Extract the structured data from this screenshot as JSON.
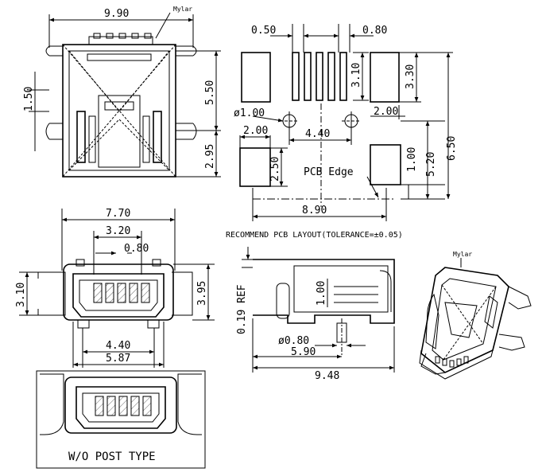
{
  "top_view": {
    "width": "9.90",
    "mylar": "Mylar",
    "left_dim": "1.50",
    "right_upper": "5.50",
    "right_lower": "2.95"
  },
  "pcb_layout": {
    "pitch_a": "0.50",
    "pitch_b": "0.80",
    "pad_h": "3.10",
    "big_pad_h": "3.30",
    "hole": "ø1.00",
    "right_w": "2.00",
    "left_w": "2.00",
    "hole_span": "4.40",
    "left_h": "2.50",
    "right_h1": "1.00",
    "right_h2": "5.20",
    "right_h3": "6.50",
    "pcb_edge": "PCB Edge",
    "overall": "8.90",
    "caption": "RECOMMEND PCB LAYOUT(TOLERANCE=±0.05)"
  },
  "front_view": {
    "overall_w": "7.70",
    "inner_w": "3.20",
    "pitch": "0.80",
    "left_h": "3.10",
    "right_h": "3.95",
    "bottom_a": "4.40",
    "bottom_b": "5.87"
  },
  "side_view": {
    "ref": "0.19 REF",
    "pin_h": "1.00",
    "post_d": "ø0.80",
    "post_span": "5.90",
    "overall": "9.48"
  },
  "iso_view": {
    "mylar": "Mylar"
  },
  "wo_post": {
    "label": "W/O POST TYPE"
  }
}
